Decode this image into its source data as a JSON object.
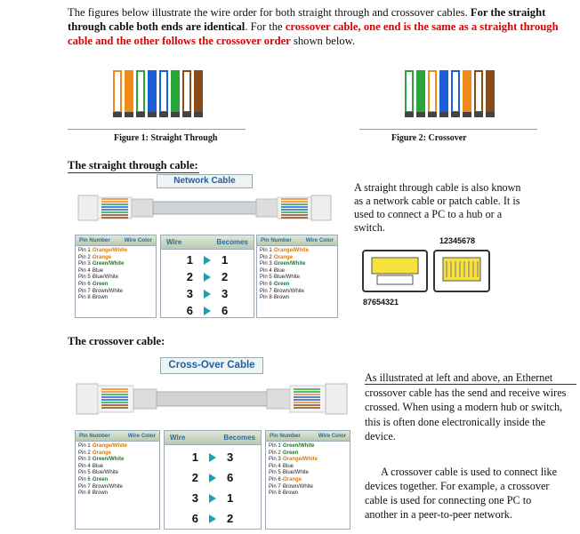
{
  "intro": {
    "p1": "The figures below illustrate the wire order for both straight through and crossover cables. ",
    "p2": "For the straight through cable both ends are identical",
    "p3": ". For the ",
    "p4": "crossover cable, one end is the same as a straight through cable and the other follows the crossover order",
    "p5": " shown below."
  },
  "figures": {
    "fig1_caption": "Figure 1: Straight Through",
    "fig2_caption": "Figure 2: Crossover",
    "fig1_wires": [
      "#f08a1a",
      "#f08a1a",
      "#2aa53a",
      "#1e5fd8",
      "#1e5fd8",
      "#2aa53a",
      "#8a4b1a",
      "#8a4b1a"
    ],
    "fig2_wires": [
      "#2aa53a",
      "#2aa53a",
      "#f08a1a",
      "#1e5fd8",
      "#1e5fd8",
      "#f08a1a",
      "#8a4b1a",
      "#8a4b1a"
    ]
  },
  "straight": {
    "heading": "The straight through cable:",
    "cable_title": "Network Cable",
    "pin_header_left": "Pin\nNumber",
    "pin_header_right": "Wire\nColor",
    "pin_num_label": "Pin Number",
    "wire_color_label": "Wire Color",
    "left_pins": [
      {
        "pin": "Pin 1 -",
        "color": "Orange/White",
        "c": "#e07800",
        "bold": true
      },
      {
        "pin": "Pin 2 -",
        "color": "Orange",
        "c": "#e07800",
        "bold": true
      },
      {
        "pin": "Pin 3 -",
        "color": "Green/White",
        "c": "#1b7a2a",
        "bold": true
      },
      {
        "pin": "Pin 4 -",
        "color": "Blue",
        "c": "#222",
        "bold": false
      },
      {
        "pin": "Pin 5 -",
        "color": "Blue/White",
        "c": "#222",
        "bold": false
      },
      {
        "pin": "Pin 6 -",
        "color": "Green",
        "c": "#1b7a2a",
        "bold": true
      },
      {
        "pin": "Pin 7 -",
        "color": "Brown/White",
        "c": "#222",
        "bold": false
      },
      {
        "pin": "Pin 8 -",
        "color": "Brown",
        "c": "#222",
        "bold": false
      }
    ],
    "right_pins": [
      {
        "pin": "Pin 1 -",
        "color": "Orange/White",
        "c": "#e07800",
        "bold": true
      },
      {
        "pin": "Pin 2 -",
        "color": "Orange",
        "c": "#e07800",
        "bold": true
      },
      {
        "pin": "Pin 3 -",
        "color": "Green/White",
        "c": "#1b7a2a",
        "bold": true
      },
      {
        "pin": "Pin 4 -",
        "color": "Blue",
        "c": "#222",
        "bold": false
      },
      {
        "pin": "Pin 5 -",
        "color": "Blue/White",
        "c": "#222",
        "bold": false
      },
      {
        "pin": "Pin 6 -",
        "color": "Green",
        "c": "#1b7a2a",
        "bold": true
      },
      {
        "pin": "Pin 7 -",
        "color": "Brown/White",
        "c": "#222",
        "bold": false
      },
      {
        "pin": "Pin 8 -",
        "color": "Brown",
        "c": "#222",
        "bold": false
      }
    ],
    "wire_header": "Wire",
    "becomes_header": "Becomes",
    "mapping": [
      [
        "1",
        "1"
      ],
      [
        "2",
        "2"
      ],
      [
        "3",
        "3"
      ],
      [
        "6",
        "6"
      ]
    ],
    "description": "A straight through cable is also known as a network cable or patch cable. It is used to connect a PC to a hub or a switch.",
    "connector_top": "12345678",
    "connector_bottom": "87654321"
  },
  "crossover": {
    "heading": "The crossover cable:",
    "cable_title": "Cross-Over Cable",
    "left_pins": [
      {
        "pin": "Pin 1 -",
        "color": "Orange/White",
        "c": "#e07800",
        "bold": true
      },
      {
        "pin": "Pin 2 -",
        "color": "Orange",
        "c": "#e07800",
        "bold": true
      },
      {
        "pin": "Pin 3 -",
        "color": "Green/White",
        "c": "#1b7a2a",
        "bold": true
      },
      {
        "pin": "Pin 4 -",
        "color": "Blue",
        "c": "#222",
        "bold": false
      },
      {
        "pin": "Pin 5 -",
        "color": "Blue/White",
        "c": "#222",
        "bold": false
      },
      {
        "pin": "Pin 6 -",
        "color": "Green",
        "c": "#1b7a2a",
        "bold": true
      },
      {
        "pin": "Pin 7 -",
        "color": "Brown/White",
        "c": "#222",
        "bold": false
      },
      {
        "pin": "Pin 8 -",
        "color": "Brown",
        "c": "#222",
        "bold": false
      }
    ],
    "right_pins": [
      {
        "pin": "Pin 1 -",
        "color": "Green/White",
        "c": "#1b7a2a",
        "bold": true
      },
      {
        "pin": "Pin 2 -",
        "color": "Green",
        "c": "#1b7a2a",
        "bold": true
      },
      {
        "pin": "Pin 3 -",
        "color": "Orange/White",
        "c": "#e07800",
        "bold": true
      },
      {
        "pin": "Pin 4 -",
        "color": "Blue",
        "c": "#222",
        "bold": false
      },
      {
        "pin": "Pin 5 -",
        "color": "Blue/White",
        "c": "#222",
        "bold": false
      },
      {
        "pin": "Pin 6 -",
        "color": "Orange",
        "c": "#e07800",
        "bold": true
      },
      {
        "pin": "Pin 7 -",
        "color": "Brown/White",
        "c": "#222",
        "bold": false
      },
      {
        "pin": "Pin 8 -",
        "color": "Brown",
        "c": "#222",
        "bold": false
      }
    ],
    "wire_header": "Wire",
    "becomes_header": "Becomes",
    "mapping": [
      [
        "1",
        "3"
      ],
      [
        "2",
        "6"
      ],
      [
        "3",
        "1"
      ],
      [
        "6",
        "2"
      ]
    ],
    "description1": "As illustrated at left and above, an Ethernet crossover cable has the send and receive wires crossed. When using a modern hub or switch, this is often done electronically inside the device.",
    "description2": "A crossover cable is used to connect like devices together. For example, a crossover cable is used for connecting one PC to another in a peer-to-peer network."
  }
}
